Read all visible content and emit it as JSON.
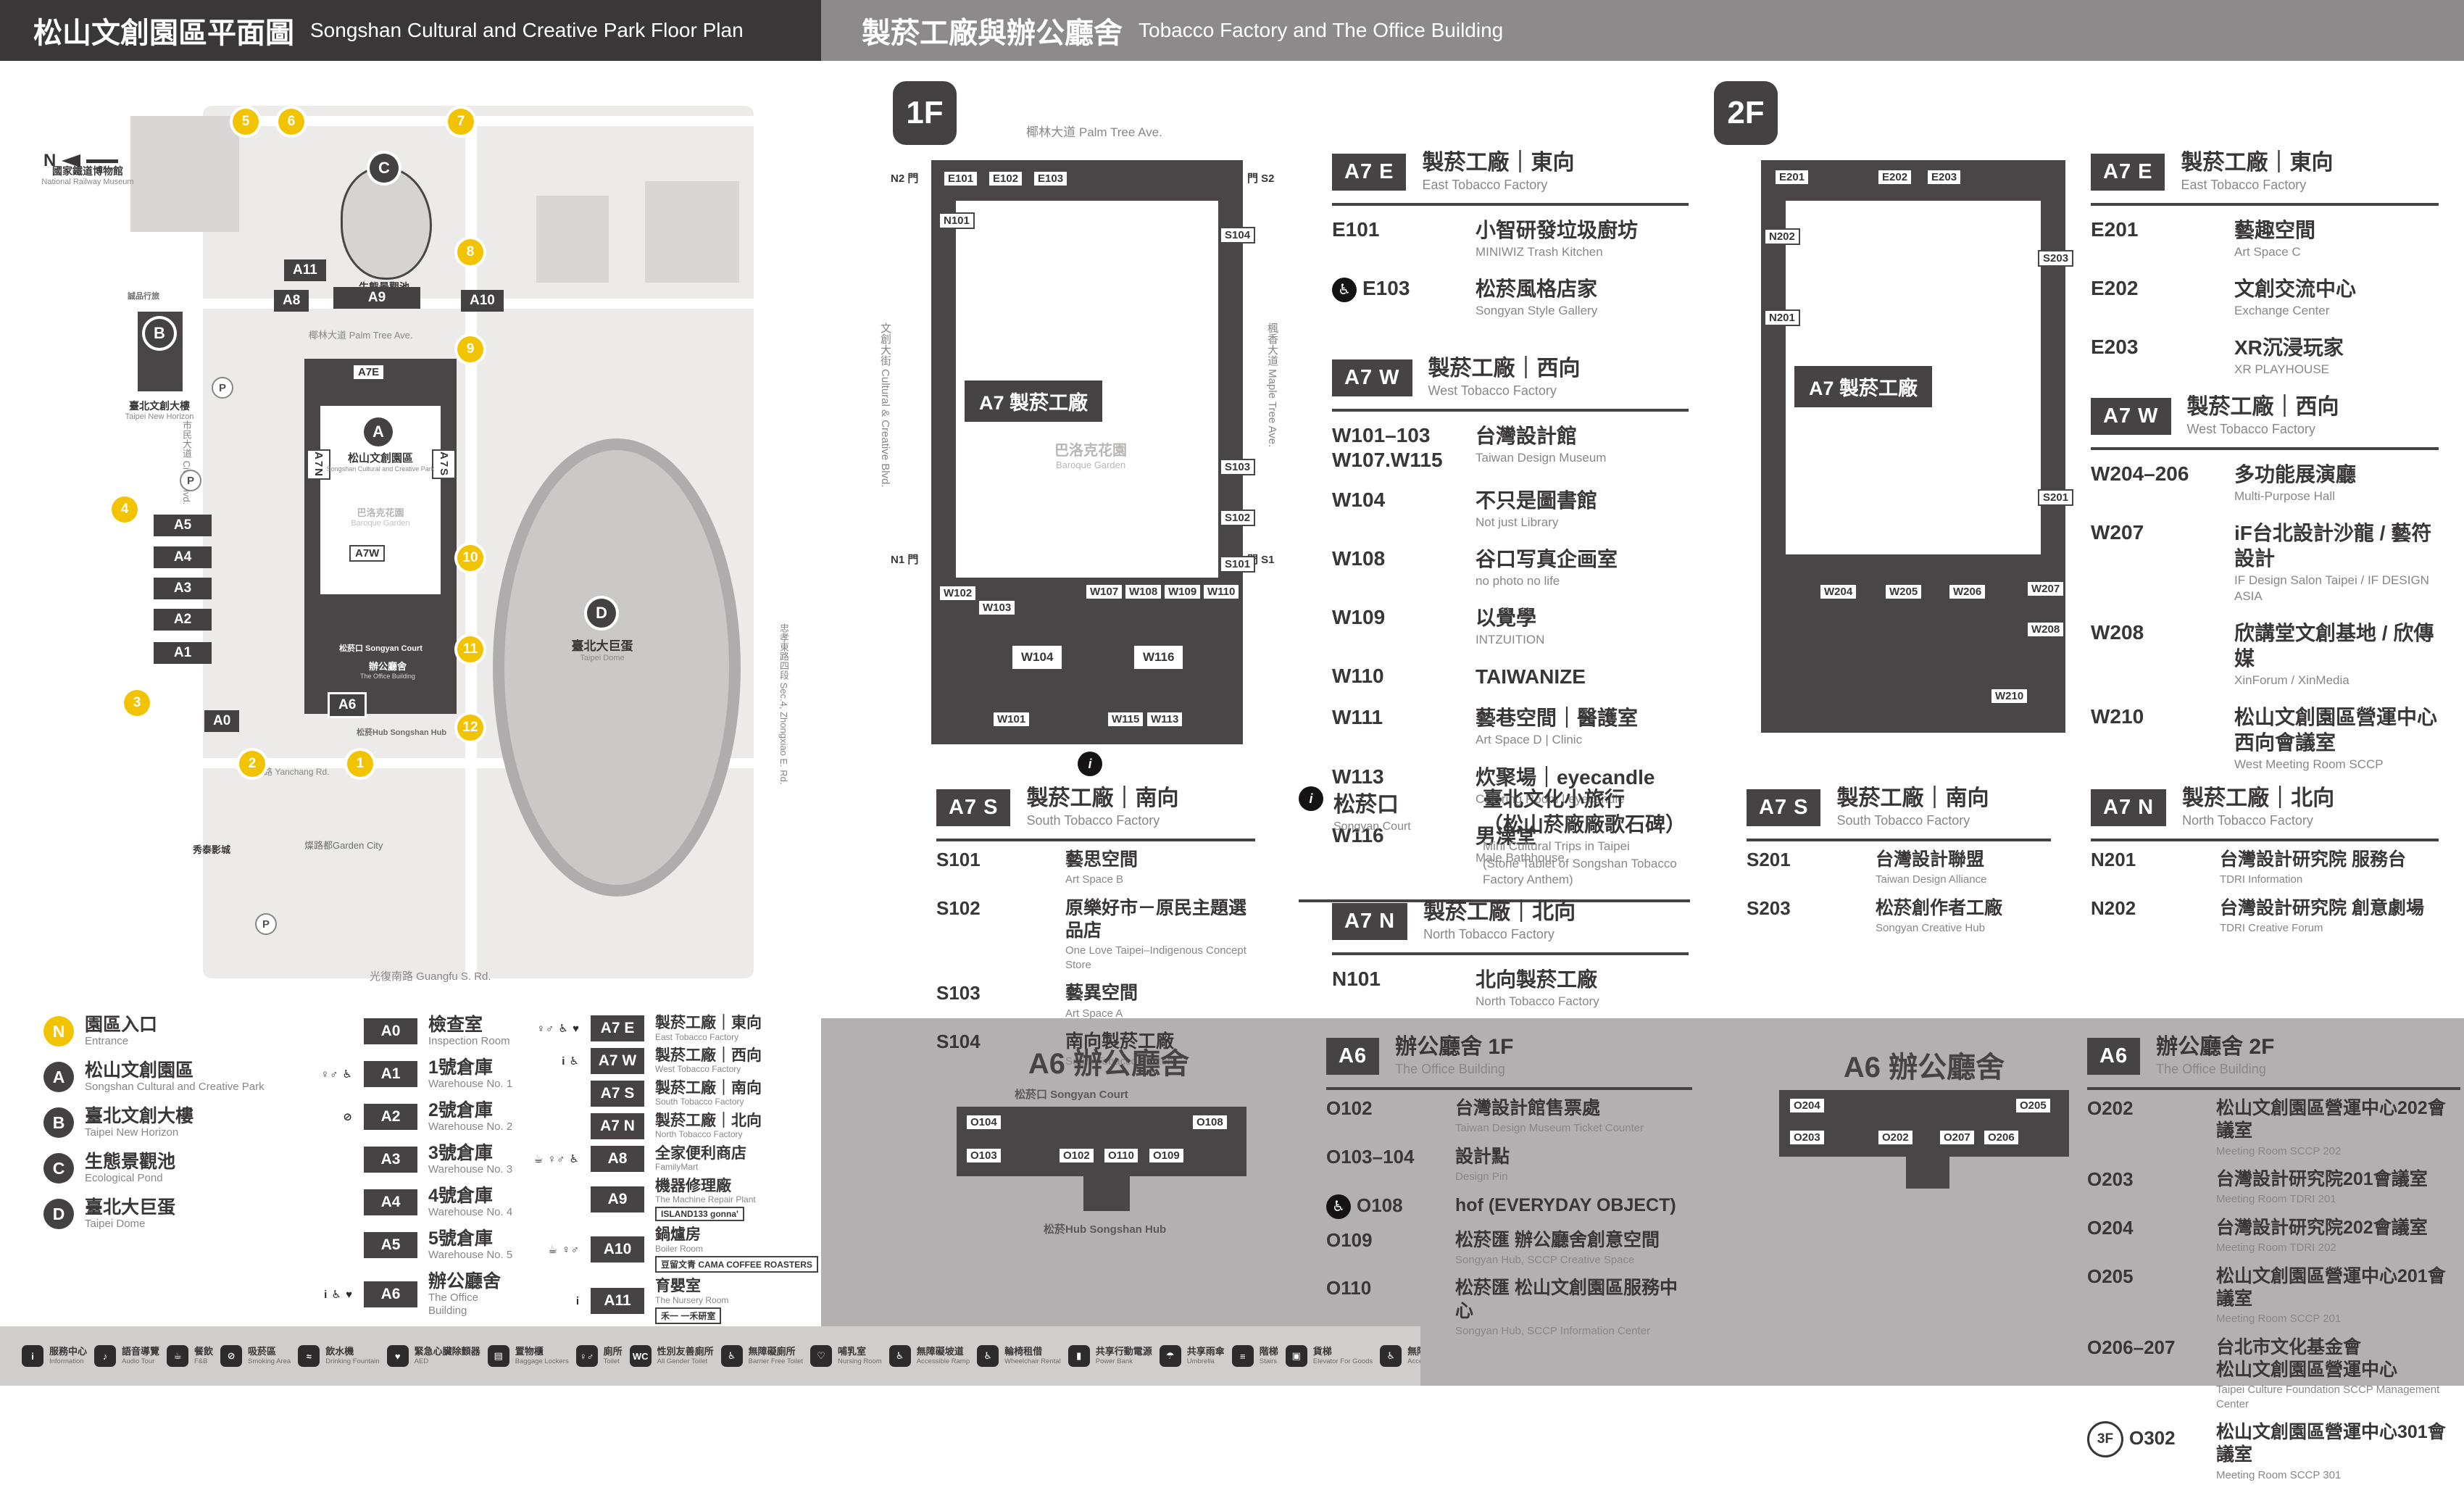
{
  "header": {
    "left_zh": "松山文創園區平面圖",
    "left_en": "Songshan Cultural and Creative Park Floor Plan",
    "right_zh": "製菸工廠與辦公廳舍",
    "right_en": "Tobacco Factory and The Office Building"
  },
  "map": {
    "compass": "N",
    "parking": "P",
    "circles": [
      "1",
      "2",
      "3",
      "4",
      "5",
      "6",
      "7",
      "8",
      "9",
      "10",
      "11",
      "12"
    ],
    "badges": {
      "a0": "A0",
      "a1": "A1",
      "a2": "A2",
      "a3": "A3",
      "a4": "A4",
      "a5": "A5",
      "a6": "A6",
      "a7e": "A7E",
      "a7w": "A7W",
      "a7n": "A7N",
      "a7s": "A7S",
      "a8": "A8",
      "a9": "A9",
      "a10": "A10",
      "a11": "A11"
    },
    "markers": {
      "a": "A",
      "b": "B",
      "c": "C",
      "d": "D"
    },
    "labels": {
      "railway_zh": "國家鐵道博物館",
      "railway_en": "National Railway Museum",
      "pond_zh": "生態景觀池",
      "pond_en": "Ecological Pond",
      "palm_ave": "椰林大道 Palm Tree Ave.",
      "eslite": "誠品行旅",
      "new_horizon_zh": "臺北文創大樓",
      "new_horizon_en": "Taipei New Horizon",
      "sccp_zh": "松山文創園區",
      "sccp_en": "Songshan Cultural and Creative Park",
      "baroque_zh": "巴洛克花園",
      "baroque_en": "Baroque Garden",
      "court": "松菸口 Songyan Court",
      "office_zh": "辦公廳舍",
      "office_en": "The Office Building",
      "hub": "松菸Hub Songshan Hub",
      "dome_zh": "臺北大巨蛋",
      "dome_en": "Taipei Dome",
      "cinema": "秀泰影城",
      "garden_city": "燦路都Garden City",
      "yanchang_rd": "菸廠路 Yanchang Rd.",
      "civic_blvd": "市民大道 Civic Blvd.",
      "guangfu_rd": "光復南路 Guangfu S. Rd.",
      "zhongxiao_rd": "忠孝東路四段 Sec.4, Zhongxiao E. Rd."
    }
  },
  "f1": {
    "floor": "1F",
    "plan": {
      "street_top": "椰林大道 Palm Tree Ave.",
      "street_left": "文創大街 Cultural & Creative Blvd.",
      "street_right": "楓香大道 Maple Tree Ave.",
      "tag": "A7 製菸工廠",
      "court_zh": "巴洛克花園",
      "court_en": "Baroque Garden",
      "gate_n2": "N2 門",
      "gate_s2": "門 S2",
      "gate_n1": "N1 門",
      "gate_s1": "門 S1",
      "rooms": {
        "n101": "N101",
        "e101": "E101",
        "e102": "E102",
        "e103": "E103",
        "s101": "S101",
        "s102": "S102",
        "s103": "S103",
        "s104": "S104",
        "w101": "W101",
        "w102": "W102",
        "w103": "W103",
        "w104": "W104",
        "w107": "W107",
        "w108": "W108",
        "w109": "W109",
        "w110": "W110",
        "w113": "W113",
        "w115": "W115",
        "w116": "W116"
      }
    },
    "sections": [
      {
        "badge": "A7 E",
        "title_zh": "製菸工廠｜東向",
        "title_en": "East Tobacco Factory",
        "items": [
          {
            "code": "E101",
            "zh": "小智研發垃圾廚坊",
            "en": "MINIWIZ Trash Kitchen"
          },
          {
            "icon": "♿",
            "code": "E103",
            "zh": "松菸風格店家",
            "en": "Songyan Style Gallery"
          }
        ]
      },
      {
        "badge": "A7 W",
        "title_zh": "製菸工廠｜西向",
        "title_en": "West Tobacco Factory",
        "items": [
          {
            "code": "W101–103",
            "code2": "W107.W115",
            "zh": "台灣設計館",
            "en": "Taiwan Design Museum"
          },
          {
            "code": "W104",
            "zh": "不只是圖書館",
            "en": "Not just Library"
          },
          {
            "code": "W108",
            "zh": "谷口写真企画室",
            "en": "no photo no life"
          },
          {
            "code": "W109",
            "zh": "以覺學",
            "en": "INTZUITION"
          },
          {
            "code": "W110",
            "zh": "TAIWANIZE"
          },
          {
            "code": "W111",
            "zh": "藝巷空間｜醫護室",
            "en": "Art Space D | Clinic"
          },
          {
            "code": "W113",
            "zh": "炊聚場｜eyecandle",
            "en": "Catering Room | eyecandle"
          },
          {
            "code": "W116",
            "zh": "男澡堂",
            "en": "Male Bathhouse"
          }
        ]
      },
      {
        "badge": "A7 S",
        "title_zh": "製菸工廠｜南向",
        "title_en": "South Tobacco Factory",
        "items": [
          {
            "code": "S101",
            "zh": "藝思空間",
            "en": "Art Space B"
          },
          {
            "code": "S102",
            "zh": "原樂好市－原民主題選品店",
            "en": "One Love Taipei–Indigenous Concept Store"
          },
          {
            "code": "S103",
            "zh": "藝異空間",
            "en": "Art Space A"
          },
          {
            "code": "S104",
            "zh": "南向製菸工廠",
            "en": "South Tobacco Factory"
          }
        ]
      },
      {
        "badge": "A7 N",
        "title_zh": "製菸工廠｜北向",
        "title_en": "North Tobacco Factory",
        "items": [
          {
            "code": "N101",
            "zh": "北向製菸工廠",
            "en": "North Tobacco Factory"
          }
        ]
      }
    ],
    "court_note": {
      "zh_badge": "松菸口",
      "en_badge": "Songyan Court",
      "line1_zh": "臺北文化小旅行",
      "line2_zh": "（松山菸廠廠歌石碑）",
      "line1_en": "Mini Cultural Trips in Taipei",
      "line2_en": "(Stone Tablet of Songshan Tobacco Factory Anthem)"
    }
  },
  "f2": {
    "floor": "2F",
    "plan": {
      "tag": "A7 製菸工廠",
      "rooms": {
        "e201": "E201",
        "e202": "E202",
        "e203": "E203",
        "n201": "N201",
        "n202": "N202",
        "s201": "S201",
        "s203": "S203",
        "w204": "W204",
        "w205": "W205",
        "w206": "W206",
        "w207": "W207",
        "w208": "W208",
        "w210": "W210"
      }
    },
    "sections": [
      {
        "badge": "A7 E",
        "title_zh": "製菸工廠｜東向",
        "title_en": "East Tobacco Factory",
        "items": [
          {
            "code": "E201",
            "zh": "藝趣空間",
            "en": "Art Space C"
          },
          {
            "code": "E202",
            "zh": "文創交流中心",
            "en": "Exchange Center"
          },
          {
            "code": "E203",
            "zh": "XR沉浸玩家",
            "en": "XR PLAYHOUSE"
          }
        ]
      },
      {
        "badge": "A7 W",
        "title_zh": "製菸工廠｜西向",
        "title_en": "West Tobacco Factory",
        "items": [
          {
            "code": "W204–206",
            "zh": "多功能展演廳",
            "en": "Multi-Purpose Hall"
          },
          {
            "code": "W207",
            "zh": "iF台北設計沙龍 / 藝符設計",
            "en": "IF Design Salon Taipei / IF DESIGN ASIA"
          },
          {
            "code": "W208",
            "zh": "欣講堂文創基地 / 欣傳媒",
            "en": "XinForum / XinMedia"
          },
          {
            "code": "W210",
            "zh": "松山文創園區營運中心",
            "zh2": "西向會議室",
            "en": "West Meeting Room SCCP"
          }
        ]
      },
      {
        "badge": "A7 S",
        "title_zh": "製菸工廠｜南向",
        "title_en": "South Tobacco Factory",
        "items": [
          {
            "code": "S201",
            "zh": "台灣設計聯盟",
            "en": "Taiwan Design Alliance"
          },
          {
            "code": "S203",
            "zh": "松菸創作者工廠",
            "en": "Songyan Creative Hub"
          }
        ]
      },
      {
        "badge": "A7 N",
        "title_zh": "製菸工廠｜北向",
        "title_en": "North Tobacco Factory",
        "items": [
          {
            "code": "N201",
            "zh": "台灣設計研究院 服務台",
            "en": "TDRI Information"
          },
          {
            "code": "N202",
            "zh": "台灣設計研究院 創意劇場",
            "en": "TDRI Creative Forum"
          }
        ]
      }
    ]
  },
  "a6f1": {
    "plan_title": "A6 辦公廳舍",
    "court": "松菸口 Songyan Court",
    "hub": "松菸Hub Songshan Hub",
    "badge": "A6",
    "title_zh": "辦公廳舍 1F",
    "title_en": "The Office Building",
    "items": [
      {
        "code": "O102",
        "zh": "台灣設計館售票處",
        "en": "Taiwan Design Museum Ticket Counter"
      },
      {
        "code": "O103–104",
        "zh": "設計點",
        "en": "Design Pin"
      },
      {
        "icon": "♿",
        "code": "O108",
        "zh": "hof (EVERYDAY OBJECT)"
      },
      {
        "code": "O109",
        "zh": "松菸匯 辦公廳舍創意空間",
        "en": "Songyan Hub, SCCP Creative Space"
      },
      {
        "code": "O110",
        "zh": "松菸匯 松山文創園區服務中心",
        "en": "Songyan Hub, SCCP Information Center"
      }
    ],
    "rooms": {
      "o102": "O102",
      "o103": "O103",
      "o104": "O104",
      "o108": "O108",
      "o109": "O109",
      "o110": "O110"
    }
  },
  "a6f2": {
    "plan_title": "A6 辦公廳舍",
    "badge": "A6",
    "title_zh": "辦公廳舍 2F",
    "title_en": "The Office Building",
    "items": [
      {
        "code": "O202",
        "zh": "松山文創園區營運中心202會議室",
        "en": "Meeting Room SCCP 202"
      },
      {
        "code": "O203",
        "zh": "台灣設計研究院201會議室",
        "en": "Meeting Room TDRI 201"
      },
      {
        "code": "O204",
        "zh": "台灣設計研究院202會議室",
        "en": "Meeting Room TDRI 202"
      },
      {
        "code": "O205",
        "zh": "松山文創園區營運中心201會議室",
        "en": "Meeting Room SCCP 201"
      },
      {
        "code": "O206–207",
        "zh": "台北市文化基金會",
        "zh2": "松山文創園區營運中心",
        "en": "Taipei Culture Foundation SCCP Management Center"
      }
    ],
    "extra": {
      "floor": "3F",
      "code": "O302",
      "zh": "松山文創園區營運中心301會議室",
      "en": "Meeting Room SCCP 301"
    },
    "rooms": {
      "o202": "O202",
      "o203": "O203",
      "o204": "O204",
      "o205": "O205",
      "o206": "O206",
      "o207": "O207"
    }
  },
  "legend": {
    "entrance": {
      "marker": "N",
      "zh": "園區入口",
      "en": "Entrance"
    },
    "places": [
      {
        "marker": "A",
        "zh": "松山文創園區",
        "en": "Songshan Cultural and Creative Park"
      },
      {
        "marker": "B",
        "zh": "臺北文創大樓",
        "en": "Taipei New Horizon"
      },
      {
        "marker": "C",
        "zh": "生態景觀池",
        "en": "Ecological Pond"
      },
      {
        "marker": "D",
        "zh": "臺北大巨蛋",
        "en": "Taipei Dome"
      }
    ],
    "col2": [
      {
        "code": "A0",
        "zh": "檢查室",
        "en": "Inspection Room"
      },
      {
        "code": "A1",
        "zh": "1號倉庫",
        "en": "Warehouse No. 1",
        "icons": "♀♂ ♿"
      },
      {
        "code": "A2",
        "zh": "2號倉庫",
        "en": "Warehouse No. 2",
        "icons": "⊘"
      },
      {
        "code": "A3",
        "zh": "3號倉庫",
        "en": "Warehouse No. 3"
      },
      {
        "code": "A4",
        "zh": "4號倉庫",
        "en": "Warehouse No. 4"
      },
      {
        "code": "A5",
        "zh": "5號倉庫",
        "en": "Warehouse No. 5"
      },
      {
        "code": "A6",
        "zh": "辦公廳舍",
        "en": "The Office Building",
        "icons": "i ♿ ♥"
      }
    ],
    "col3": [
      {
        "code": "A7 E",
        "zh": "製菸工廠｜東向",
        "en": "East Tobacco Factory",
        "icons": "♀♂ ♿ ♥"
      },
      {
        "code": "A7 W",
        "zh": "製菸工廠｜西向",
        "en": "West Tobacco Factory",
        "icons": "i ♿"
      },
      {
        "code": "A7 S",
        "zh": "製菸工廠｜南向",
        "en": "South Tobacco Factory"
      },
      {
        "code": "A7 N",
        "zh": "製菸工廠｜北向",
        "en": "North Tobacco Factory"
      },
      {
        "code": "A8",
        "zh": "全家便利商店",
        "en": "FamilyMart",
        "icons": "☕ ♀♂ ♿"
      },
      {
        "code": "A9",
        "zh": "機器修理廠",
        "en": "The Machine Repair Plant",
        "tag": "ISLAND133 gonna'"
      },
      {
        "code": "A10",
        "zh": "鍋爐房",
        "en": "Boiler Room",
        "icons": "☕ ♀♂",
        "tag": "豆留文青 CAMA COFFEE ROASTERS"
      },
      {
        "code": "A11",
        "zh": "育嬰室",
        "en": "The Nursery Room",
        "icons": "i",
        "tag": "禾一 一禾研室"
      }
    ]
  },
  "facilities": [
    {
      "g": "i",
      "zh": "服務中心",
      "en": "Information"
    },
    {
      "g": "♪",
      "zh": "語音導覽",
      "en": "Audio Tour"
    },
    {
      "g": "☕",
      "zh": "餐飲",
      "en": "F&B"
    },
    {
      "g": "⊘",
      "zh": "吸菸區",
      "en": "Smoking Area"
    },
    {
      "g": "≈",
      "zh": "飲水機",
      "en": "Drinking Fountain"
    },
    {
      "g": "♥",
      "zh": "緊急心臟除顫器",
      "en": "AED"
    },
    {
      "g": "▤",
      "zh": "置物櫃",
      "en": "Baggage Lockers"
    },
    {
      "g": "♀♂",
      "zh": "廁所",
      "en": "Toilet"
    },
    {
      "g": "WC",
      "zh": "性別友善廁所",
      "en": "All Gender Toilet"
    },
    {
      "g": "♿",
      "zh": "無障礙廁所",
      "en": "Barrier Free Toilet"
    },
    {
      "g": "♡",
      "zh": "哺乳室",
      "en": "Nursing Room"
    },
    {
      "g": "♿",
      "zh": "無障礙坡道",
      "en": "Accessible Ramp"
    },
    {
      "g": "♿",
      "zh": "輪椅租借",
      "en": "Wheelchair Rental"
    },
    {
      "g": "▮",
      "zh": "共享行動電源",
      "en": "Power Bank"
    },
    {
      "g": "☂",
      "zh": "共享雨傘",
      "en": "Umbrella"
    },
    {
      "g": "≡",
      "zh": "階梯",
      "en": "Stairs"
    },
    {
      "g": "▣",
      "zh": "貨梯",
      "en": "Elevator For Goods"
    },
    {
      "g": "♿",
      "zh": "無障礙電梯",
      "en": "Accessible Elevator"
    },
    {
      "g": "i",
      "zh": "臺北文化小旅行",
      "en": "（松山菸廠廠歌石碑）"
    }
  ]
}
